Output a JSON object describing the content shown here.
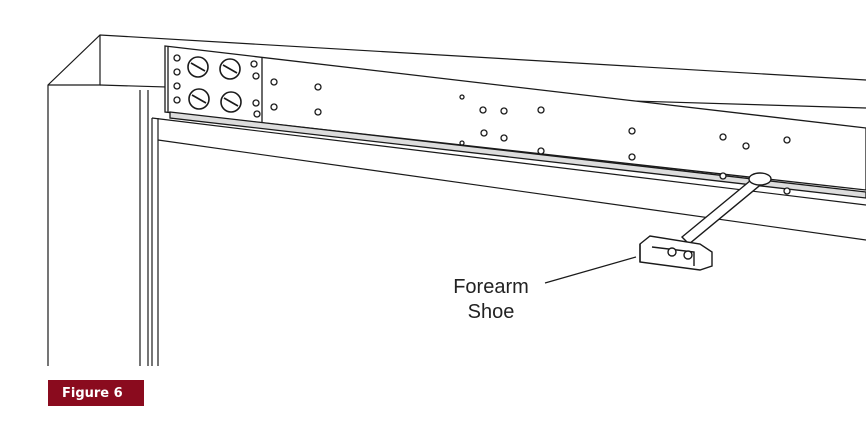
{
  "diagram": {
    "callout": {
      "line1": "Forearm",
      "line2": "Shoe"
    },
    "figure_label": "Figure 6"
  },
  "colors": {
    "line": "#1a1a1a",
    "label_bg": "#8a0b1e",
    "label_text": "#ffffff"
  },
  "icons": {
    "screw": "phillips-screw-head",
    "large_plug": "slotted-adjustment-plug"
  }
}
